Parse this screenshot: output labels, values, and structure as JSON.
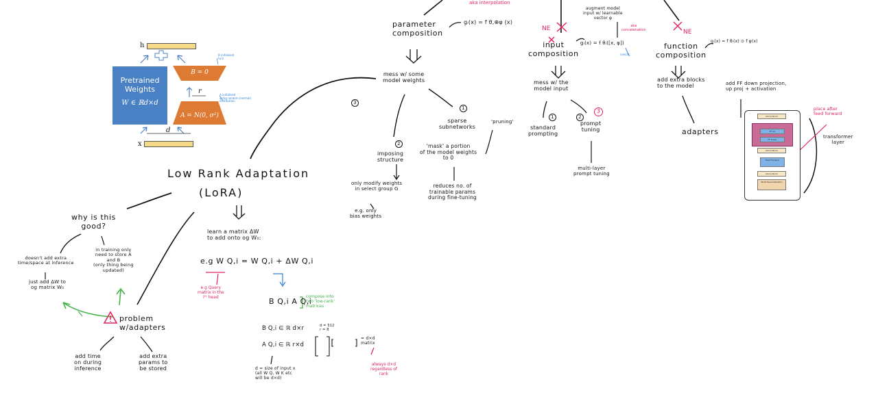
{
  "figure": {
    "h": "h",
    "x": "x",
    "r": "r",
    "d": "d",
    "pretrained": [
      "Pretrained",
      "Weights",
      "W ∈ ℝd×d"
    ],
    "B": "B = 0",
    "A": "A = N(0, σ²)",
    "b_note": "B initialised\nto 0",
    "a_note": "A initialised\nusing random (normal)\ndistribution"
  },
  "labels": {
    "aka_interpolation": "aka interpolation",
    "parameter_composition": "parameter\ncomposition",
    "param_formula": "gᵢ(x) = f θ,⊕φ (x)",
    "mess_some": "mess w/ some\nmodel weights",
    "n3": "3",
    "n2": "2",
    "n1a": "1",
    "imposing": "imposing\nstructure",
    "only_modify": "only modify weights\nin select group G",
    "eg_bias": "e.g. only\nbias weights",
    "sparse": "sparse\nsubnetworks",
    "pruning": "'pruning'",
    "mask": "'mask' a portion\nof the model weights\nto 0",
    "reduces": "reduces no. of\ntrainable params\nduring fine-tuning",
    "ne1": "NE",
    "augment": "augment model\ninput w/ learnable\nvector φ",
    "aka_concat": "aka\nconcatenation",
    "concat_small": "concat",
    "input_comp": "input\ncomposition",
    "input_formula": "gᵢ(x) = f θᵢ([x, φ])",
    "mess_input": "mess w/ the\nmodel input",
    "n1b": "1",
    "n2b": "2",
    "n3b": "3",
    "standard": "standard\nprompting",
    "prompt_tuning": "prompt\ntuning",
    "multi_layer": "multi-layer\nprompt tuning",
    "ne2": "NE",
    "function_comp": "function\ncomposition",
    "func_formula": "gᵢ(x) = f θᵢ(x) ⊙ f φ(x)",
    "add_blocks": "add extra blocks\nto the model",
    "adapters": "adapters",
    "add_ff": "add FF down projection,\nup proj + activation",
    "place_after": "place after\nfeed forward",
    "transformer_layer": "transformer\nlayer",
    "lora_title": "Low Rank Adaptation",
    "lora_abbr": "(LoRA)",
    "learn_matrix": "learn a matrix ΔW\nto add onto og W₀:",
    "eg_formula": "e.g W Q,i  =  W Q,i  + ΔW Q,i",
    "eg_query": "e.g Query\nmatrix in the\niᵗʰ head",
    "ba": "B Q,i  A Q,i",
    "compose_into": "compose into\ntwo 'low-rank'\nmatrices",
    "b_in": "B Q,i ∈ ℝ d×r",
    "a_in": "A Q,i ∈ ℝ r×d",
    "dims": "d = 512\nr = 8",
    "dxd": "= d×d\nmatrix",
    "always_dd": "always d×d\nregardless of\nrank",
    "d_size": "d = size of input x\n(all W Q, W K etc\nwill be d×d)",
    "why_good": "why is this\ngood?",
    "no_extra": "doesn't add extra\ntime/space at inference",
    "just_add": "just add ΔW to\nog matrix W₀",
    "in_training": "in training only\nneed to store A\nand B\n(only thing being\nupdated)",
    "problem": "problem\nw/adapters",
    "add_time": "add time\non during\ninference",
    "add_params": "add extra\nparams to\nbe stored"
  },
  "transformer": {
    "add_norm": "Add & Norm",
    "ff_up": "FF Up",
    "ff_down": "FF Down",
    "feed_forward": "Feed Forward",
    "mha": "Multi-Head Attention"
  },
  "colors": {
    "red": "#e0245e",
    "blue": "#2f7fd8",
    "green": "#46b34a",
    "orange": "#dd7a33",
    "accent": "#4a80c4"
  }
}
